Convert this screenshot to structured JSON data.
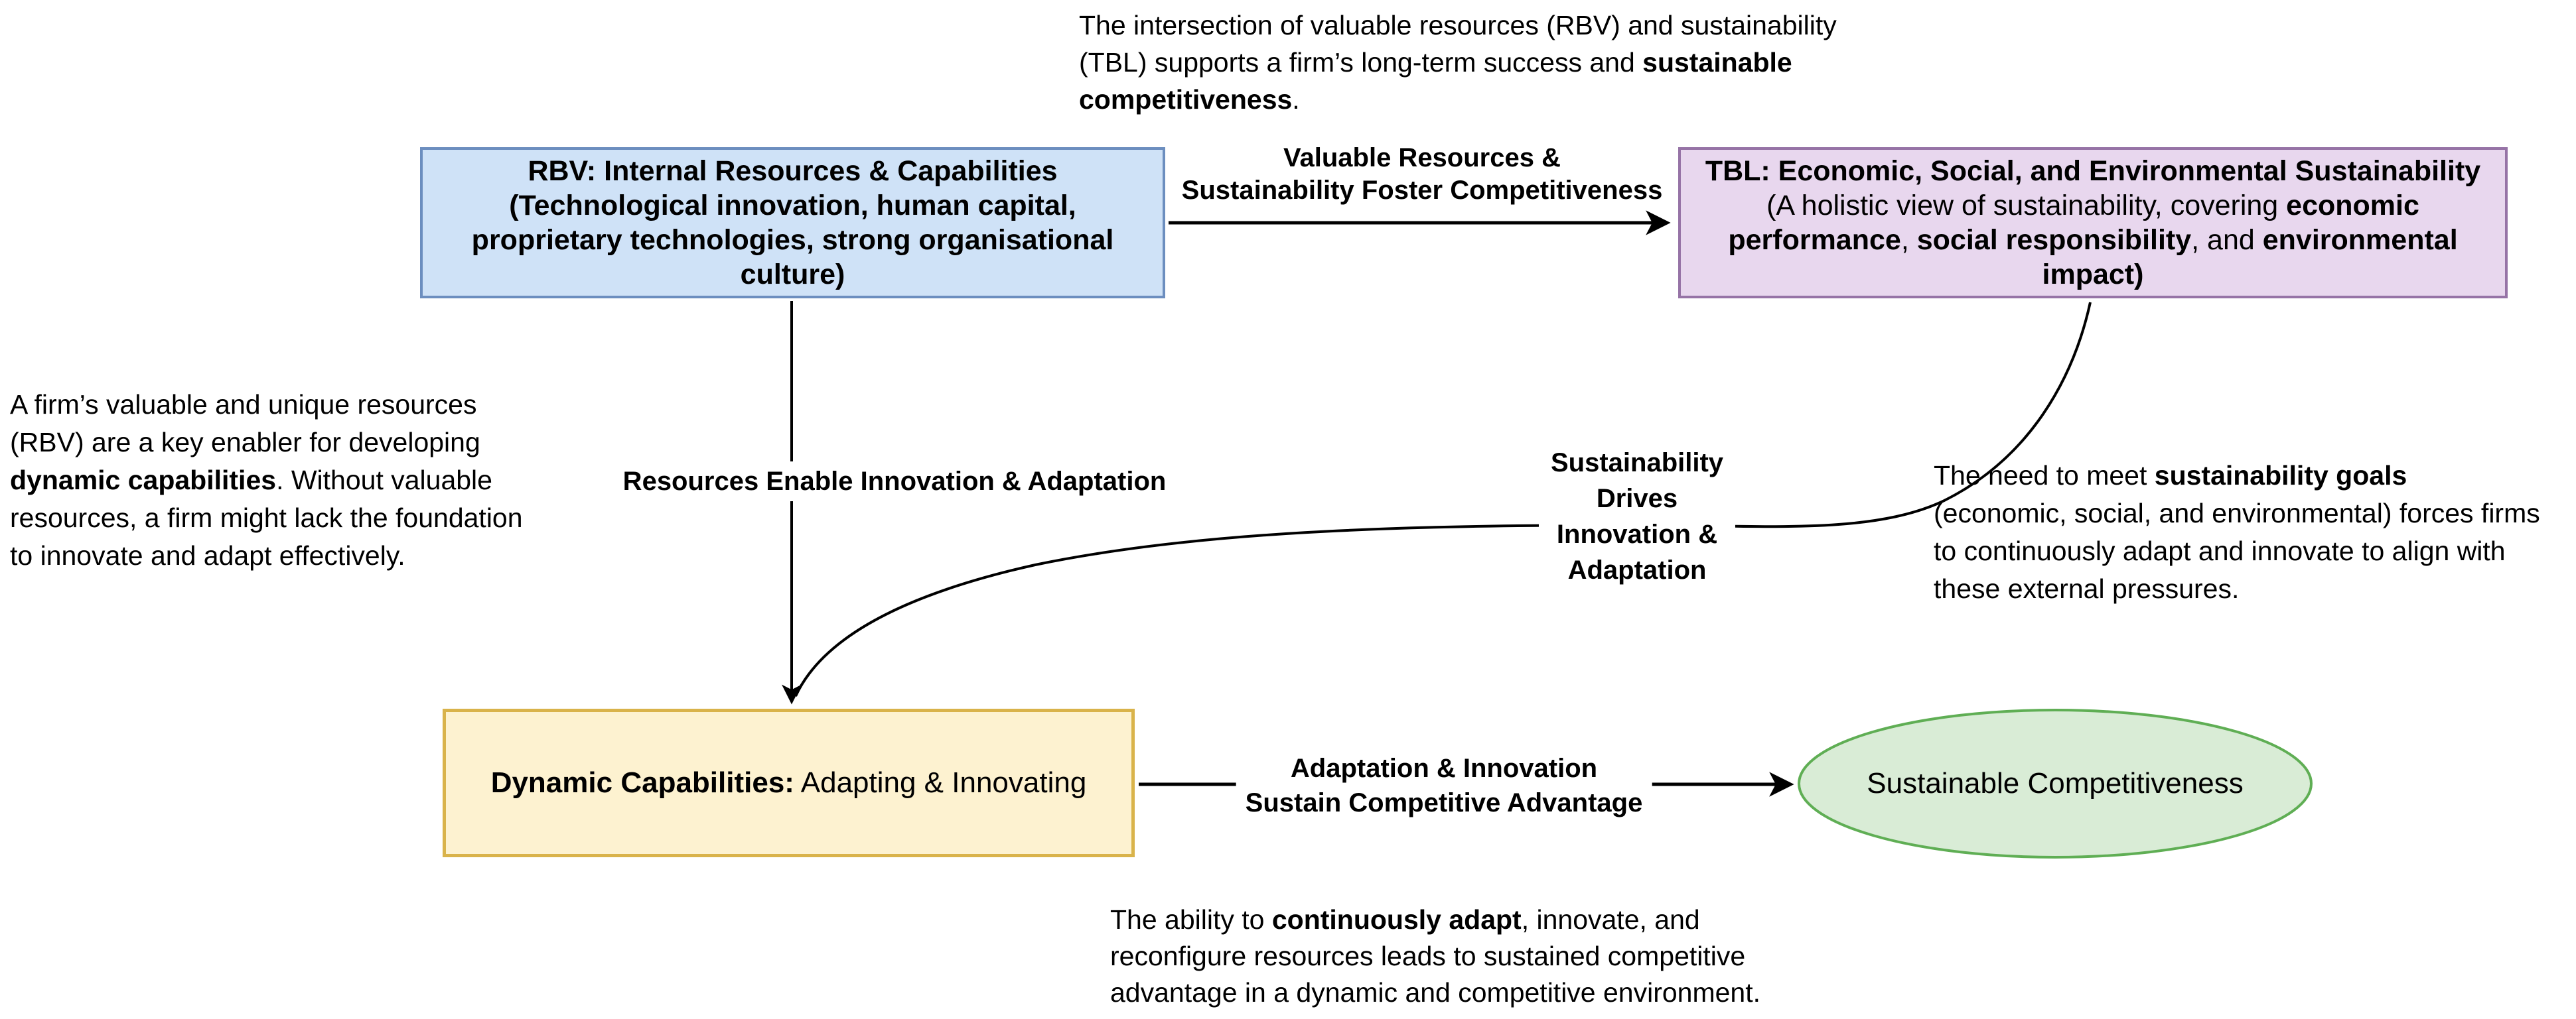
{
  "colors": {
    "canvas": "#ffffff",
    "line": "#000000",
    "text": "#000000",
    "rbv_fill": "#cfe2f7",
    "rbv_stroke": "#6c8ebf",
    "tbl_fill": "#e8d7ee",
    "tbl_stroke": "#9673a6",
    "dynamic_fill": "#fdf2d0",
    "dynamic_stroke": "#d9b34a",
    "outcome_fill": "#d9ecd6",
    "outcome_stroke": "#5fae54"
  },
  "notes": {
    "top": {
      "lines": [
        [
          {
            "t": "The intersection of valuable resources (RBV) and sustainability"
          }
        ],
        [
          {
            "t": "(TBL) supports a firm’s long-term success and "
          },
          {
            "t": "sustainable",
            "b": true
          }
        ],
        [
          {
            "t": "competitiveness",
            "b": true
          },
          {
            "t": "."
          }
        ]
      ]
    },
    "left": {
      "lines": [
        [
          {
            "t": "A firm’s valuable and unique resources"
          }
        ],
        [
          {
            "t": "(RBV) are a key enabler for developing"
          }
        ],
        [
          {
            "t": "dynamic capabilities",
            "b": true
          },
          {
            "t": ". Without valuable"
          }
        ],
        [
          {
            "t": "resources, a firm might lack the foundation"
          }
        ],
        [
          {
            "t": "to innovate and adapt effectively."
          }
        ]
      ]
    },
    "right": {
      "lines": [
        [
          {
            "t": "The need to meet "
          },
          {
            "t": "sustainability goals",
            "b": true
          }
        ],
        [
          {
            "t": "(economic, social, and environmental) forces firms"
          }
        ],
        [
          {
            "t": "to continuously adapt and innovate to align with"
          }
        ],
        [
          {
            "t": "these external pressures."
          }
        ]
      ]
    },
    "bottom": {
      "lines": [
        [
          {
            "t": "The ability to "
          },
          {
            "t": "continuously adapt",
            "b": true
          },
          {
            "t": ", innovate, and"
          }
        ],
        [
          {
            "t": "reconfigure resources leads to sustained competitive"
          }
        ],
        [
          {
            "t": "advantage in a dynamic and competitive environment."
          }
        ]
      ]
    }
  },
  "nodes": {
    "rbv": {
      "lines": [
        [
          {
            "t": "RBV: Internal Resources & Capabilities",
            "b": true
          }
        ],
        [
          {
            "t": "(Technological innovation, human capital,",
            "b": true
          }
        ],
        [
          {
            "t": "proprietary technologies, strong organisational",
            "b": true
          }
        ],
        [
          {
            "t": "culture)",
            "b": true
          }
        ]
      ]
    },
    "tbl": {
      "lines": [
        [
          {
            "t": "TBL: Economic, Social, and Environmental Sustainability",
            "b": true
          }
        ],
        [
          {
            "t": "(A holistic view of sustainability, covering "
          },
          {
            "t": "economic",
            "b": true
          }
        ],
        [
          {
            "t": "performance",
            "b": true
          },
          {
            "t": ", "
          },
          {
            "t": "social responsibility",
            "b": true
          },
          {
            "t": ", and "
          },
          {
            "t": "environmental",
            "b": true
          }
        ],
        [
          {
            "t": "impact)",
            "b": true
          }
        ]
      ]
    },
    "dynamic": {
      "lines": [
        [
          {
            "t": "Dynamic Capabilities:",
            "b": true
          },
          {
            "t": " Adapting & Innovating"
          }
        ]
      ]
    },
    "outcome": {
      "label": "Sustainable Competitiveness"
    }
  },
  "edges": {
    "rbv_to_tbl": {
      "label_lines": [
        "Valuable Resources &",
        "Sustainability Foster Competitiveness"
      ]
    },
    "rbv_to_dynamic": {
      "label_lines": [
        "Resources Enable Innovation & Adaptation"
      ]
    },
    "tbl_to_dynamic": {
      "label_lines": [
        "Sustainability",
        "Drives",
        "Innovation &",
        "Adaptation"
      ]
    },
    "dynamic_to_outcome": {
      "label_lines": [
        "Adaptation & Innovation",
        "Sustain Competitive Advantage"
      ]
    }
  }
}
